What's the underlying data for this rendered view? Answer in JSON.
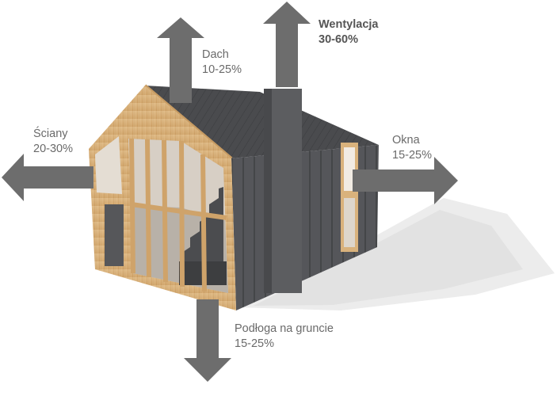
{
  "labels": {
    "dach": {
      "name": "Dach",
      "value": "10-25%"
    },
    "wentylacja": {
      "name": "Wentylacja",
      "value": "30-60%"
    },
    "sciany": {
      "name": "Ściany",
      "value": "20-30%"
    },
    "okna": {
      "name": "Okna",
      "value": "15-25%"
    },
    "podloga": {
      "name": "Podłoga na gruncie",
      "value": "15-25%"
    }
  },
  "colors": {
    "arrow": "#6d6d6d",
    "roof": "#4d4e51",
    "cladding": "#58595c",
    "wood": "#d9b27c",
    "shadow": "#eeeeee",
    "label": "#6a6a6a"
  }
}
